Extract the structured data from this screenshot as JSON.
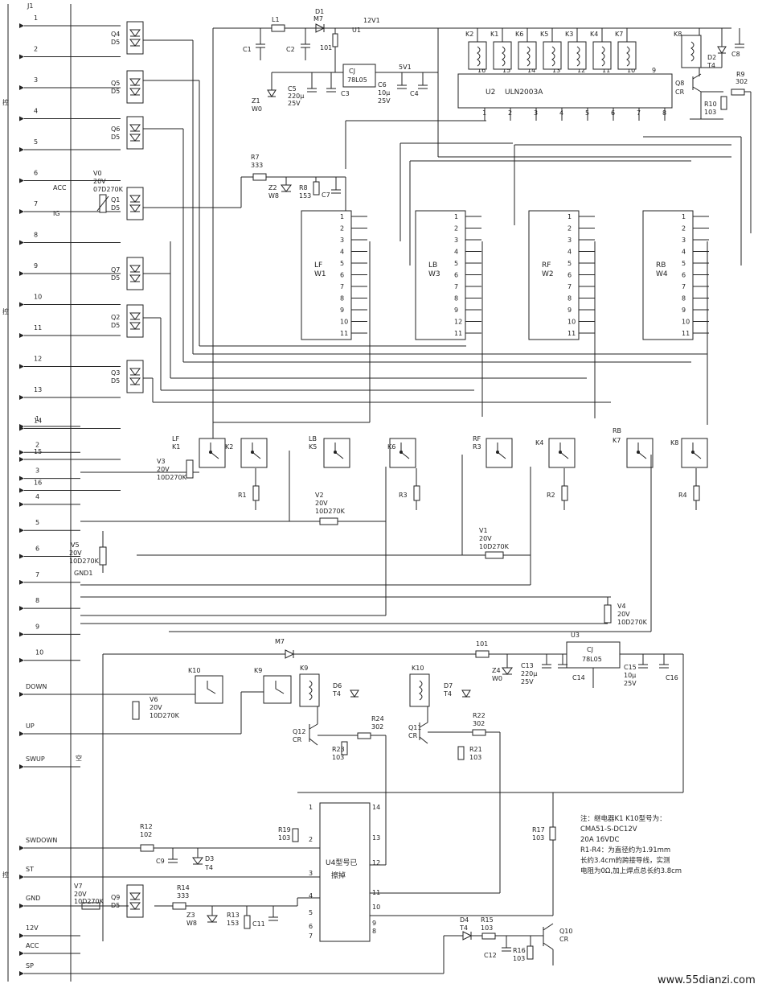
{
  "connector": {
    "name": "J1",
    "pins_top": [
      "1",
      "2",
      "3",
      "4",
      "5",
      "6",
      "7",
      "8",
      "9",
      "10",
      "11",
      "12",
      "13",
      "14",
      "15",
      "16"
    ],
    "pins_mid": [
      "1",
      "2",
      "3",
      "4",
      "5",
      "6",
      "7",
      "8",
      "9",
      "10"
    ],
    "side_label": "控",
    "acc_label": "ACC",
    "ig_label": "IG",
    "gnd1_label": "GND1",
    "bottom_signals": [
      "DOWN",
      "UP",
      "SWUP",
      "SWDOWN",
      "ST",
      "GND",
      "12V",
      "ACC",
      "SP"
    ],
    "swup_note": "空"
  },
  "protection": [
    {
      "q": "Q4",
      "d": "D5"
    },
    {
      "q": "Q5",
      "d": "D5"
    },
    {
      "q": "Q6",
      "d": "D5"
    },
    {
      "q": "Q1",
      "d": "D5"
    },
    {
      "q": "Q7",
      "d": "D5"
    },
    {
      "q": "Q2",
      "d": "D5"
    },
    {
      "q": "Q3",
      "d": "D5"
    },
    {
      "q": "Q9",
      "d": "D5"
    }
  ],
  "power_top": {
    "l1": "L1",
    "d1": "D1",
    "d1_type": "M7",
    "rail": "12V1",
    "u1": "U1",
    "regulator": "CJ",
    "reg_part": "78L05",
    "r_101": "101",
    "c1": "C1",
    "c2": "C2",
    "rail5": "5V1",
    "z1": "Z1",
    "z1_type": "W0",
    "c5": "C5",
    "c5_val": "220μ",
    "c5_v": "25V",
    "c3": "C3",
    "c6": "C6",
    "c6_val": "10μ",
    "c6_v": "25V",
    "c4": "C4"
  },
  "driver": {
    "name": "U2",
    "part": "ULN2003A",
    "top_pins": [
      "16",
      "15",
      "14",
      "13",
      "12",
      "11",
      "10",
      "9"
    ],
    "bottom_pins": [
      "1",
      "2",
      "3",
      "4",
      "5",
      "6",
      "7",
      "8"
    ]
  },
  "relays_top": [
    "K2",
    "K1",
    "K6",
    "K5",
    "K3",
    "K4",
    "K7",
    "K8"
  ],
  "q8_block": {
    "d2": "D2",
    "d2_type": "T4",
    "c8": "C8",
    "q8": "Q8",
    "q8_type": "CR",
    "r9": "R9",
    "r9_val": "302",
    "r10": "R10",
    "r10_val": "103"
  },
  "input_filter": {
    "r7": "R7",
    "r7_val": "333",
    "z2": "Z2",
    "z2_type": "W8",
    "r8": "R8",
    "r8_val": "153",
    "c7": "C7",
    "v0": "V0",
    "v0_a": "20V",
    "v0_b": "07D270K"
  },
  "ics": [
    {
      "name": "LF",
      "sub": "W1",
      "pins": [
        "1",
        "2",
        "3",
        "4",
        "5",
        "6",
        "7",
        "8",
        "9",
        "10",
        "11"
      ]
    },
    {
      "name": "LB",
      "sub": "W3",
      "pins": [
        "1",
        "2",
        "3",
        "4",
        "5",
        "6",
        "7",
        "8",
        "9",
        "12",
        "11"
      ]
    },
    {
      "name": "RF",
      "sub": "W2",
      "pins": [
        "1",
        "2",
        "3",
        "4",
        "5",
        "6",
        "7",
        "8",
        "9",
        "10",
        "11"
      ]
    },
    {
      "name": "RB",
      "sub": "W4",
      "pins": [
        "1",
        "2",
        "3",
        "4",
        "5",
        "6",
        "7",
        "8",
        "9",
        "10",
        "11"
      ]
    }
  ],
  "relay_row": {
    "labels": [
      "LF",
      "K1",
      "K2",
      "LB",
      "K5",
      "K6",
      "RF",
      "R3",
      "K4",
      "RB",
      "K7",
      "K8"
    ],
    "resistors": [
      "R1",
      "R3",
      "R2",
      "R4"
    ],
    "varistors": [
      {
        "n": "V3",
        "a": "20V",
        "b": "10D270K"
      },
      {
        "n": "V2",
        "a": "20V",
        "b": "10D270K"
      },
      {
        "n": "V1",
        "a": "20V",
        "b": "10D270K"
      },
      {
        "n": "V5",
        "a": "20V",
        "b": "10D270K"
      },
      {
        "n": "V4",
        "a": "20V",
        "b": "10D270K"
      }
    ]
  },
  "bottom": {
    "m7": "M7",
    "r101": "101",
    "u3": "U3",
    "reg": "CJ",
    "reg_part": "78L05",
    "z4": "Z4",
    "z4_type": "W0",
    "c13": "C13",
    "c13_val": "220μ",
    "c13_v": "25V",
    "c14": "C14",
    "c15": "C15",
    "c15_val": "10μ",
    "c15_v": "25V",
    "c16": "C16",
    "k10": "K10",
    "k9": "K9",
    "d6": "D6",
    "d6_type": "T4",
    "d7": "D7",
    "d7_type": "T4",
    "v6": "V6",
    "v6_a": "20V",
    "v6_b": "10D270K",
    "q12": "Q12",
    "q12_type": "CR",
    "q11": "Q11",
    "q11_type": "CR",
    "r24": "R24",
    "r24_val": "302",
    "r22": "R22",
    "r22_val": "302",
    "r23": "R23",
    "r23_val": "103",
    "r21": "R21",
    "r21_val": "103",
    "u4_l1": "U4型号已",
    "u4_l2": "擦掉",
    "u4_left_pins": [
      "1",
      "2",
      "3",
      "4",
      "5",
      "6",
      "7"
    ],
    "u4_right_pins": [
      "14",
      "13",
      "12",
      "11",
      "10",
      "9",
      "8"
    ],
    "r19": "R19",
    "r19_val": "103",
    "r12": "R12",
    "r12_val": "102",
    "c9": "C9",
    "d3": "D3",
    "d3_type": "T4",
    "v7": "V7",
    "v7_a": "20V",
    "v7_b": "10D270K",
    "r14": "R14",
    "r14_val": "333",
    "z3": "Z3",
    "z3_type": "W8",
    "r13": "R13",
    "r13_val": "153",
    "c11": "C11",
    "r17": "R17",
    "r17_val": "103",
    "d4": "D4",
    "d4_type": "T4",
    "r15": "R15",
    "r15_val": "103",
    "c12": "C12",
    "r16": "R16",
    "r16_val": "103",
    "q10": "Q10",
    "q10_type": "CR"
  },
  "notes": [
    "注：继电器K1 K10型号为：",
    "CMA51-S-DC12V",
    "20A 16VDC",
    "R1-R4：为直径约为1.91mm",
    "长约3.4cm的跨接导线，实测",
    "电阻为0Ω,加上焊点总长约3.8cm"
  ],
  "watermark": "www.55dianzi.com"
}
